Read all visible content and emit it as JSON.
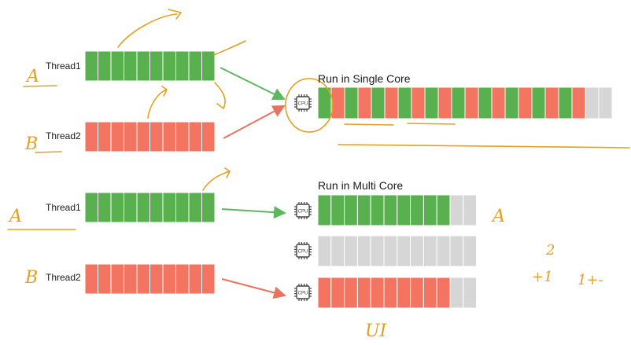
{
  "colors": {
    "thread1": "#58b04f",
    "thread2": "#f47462",
    "idle": "#d6d6d6",
    "cell_border": "#ffffff",
    "arrow_green": "#5cb85c",
    "arrow_red": "#e8745f",
    "annotation": "#e3a11f",
    "cpu_icon": "#444444"
  },
  "single_core": {
    "title": "Run in Single Core",
    "threads": [
      {
        "label": "Thread1",
        "annotation": "A"
      },
      {
        "label": "Thread2",
        "annotation": "B"
      }
    ],
    "cpu": {
      "icon": "cpu-chip-icon",
      "label": "CPU"
    },
    "timeline": [
      "g",
      "r",
      "g",
      "r",
      "g",
      "r",
      "g",
      "r",
      "g",
      "r",
      "g",
      "r",
      "g",
      "r",
      "g",
      "r",
      "g",
      "r",
      "g",
      "r",
      "idle",
      "idle"
    ]
  },
  "multi_core": {
    "title": "Run in Multi Core",
    "threads": [
      {
        "label": "Thread1",
        "annotation": "A"
      },
      {
        "label": "Thread2",
        "annotation": "B"
      }
    ],
    "cores": [
      {
        "icon": "cpu-chip-icon",
        "label": "CPU",
        "fill": "g",
        "used": 10,
        "total": 12
      },
      {
        "icon": "cpu-chip-icon",
        "label": "CPU",
        "fill": "idle",
        "used": 0,
        "total": 12
      },
      {
        "icon": "cpu-chip-icon",
        "label": "CPU",
        "fill": "r",
        "used": 10,
        "total": 12
      }
    ]
  },
  "thread_cells": 10,
  "handwritten_notes": [
    "A",
    "UI",
    "2",
    "+1",
    "1+-"
  ]
}
